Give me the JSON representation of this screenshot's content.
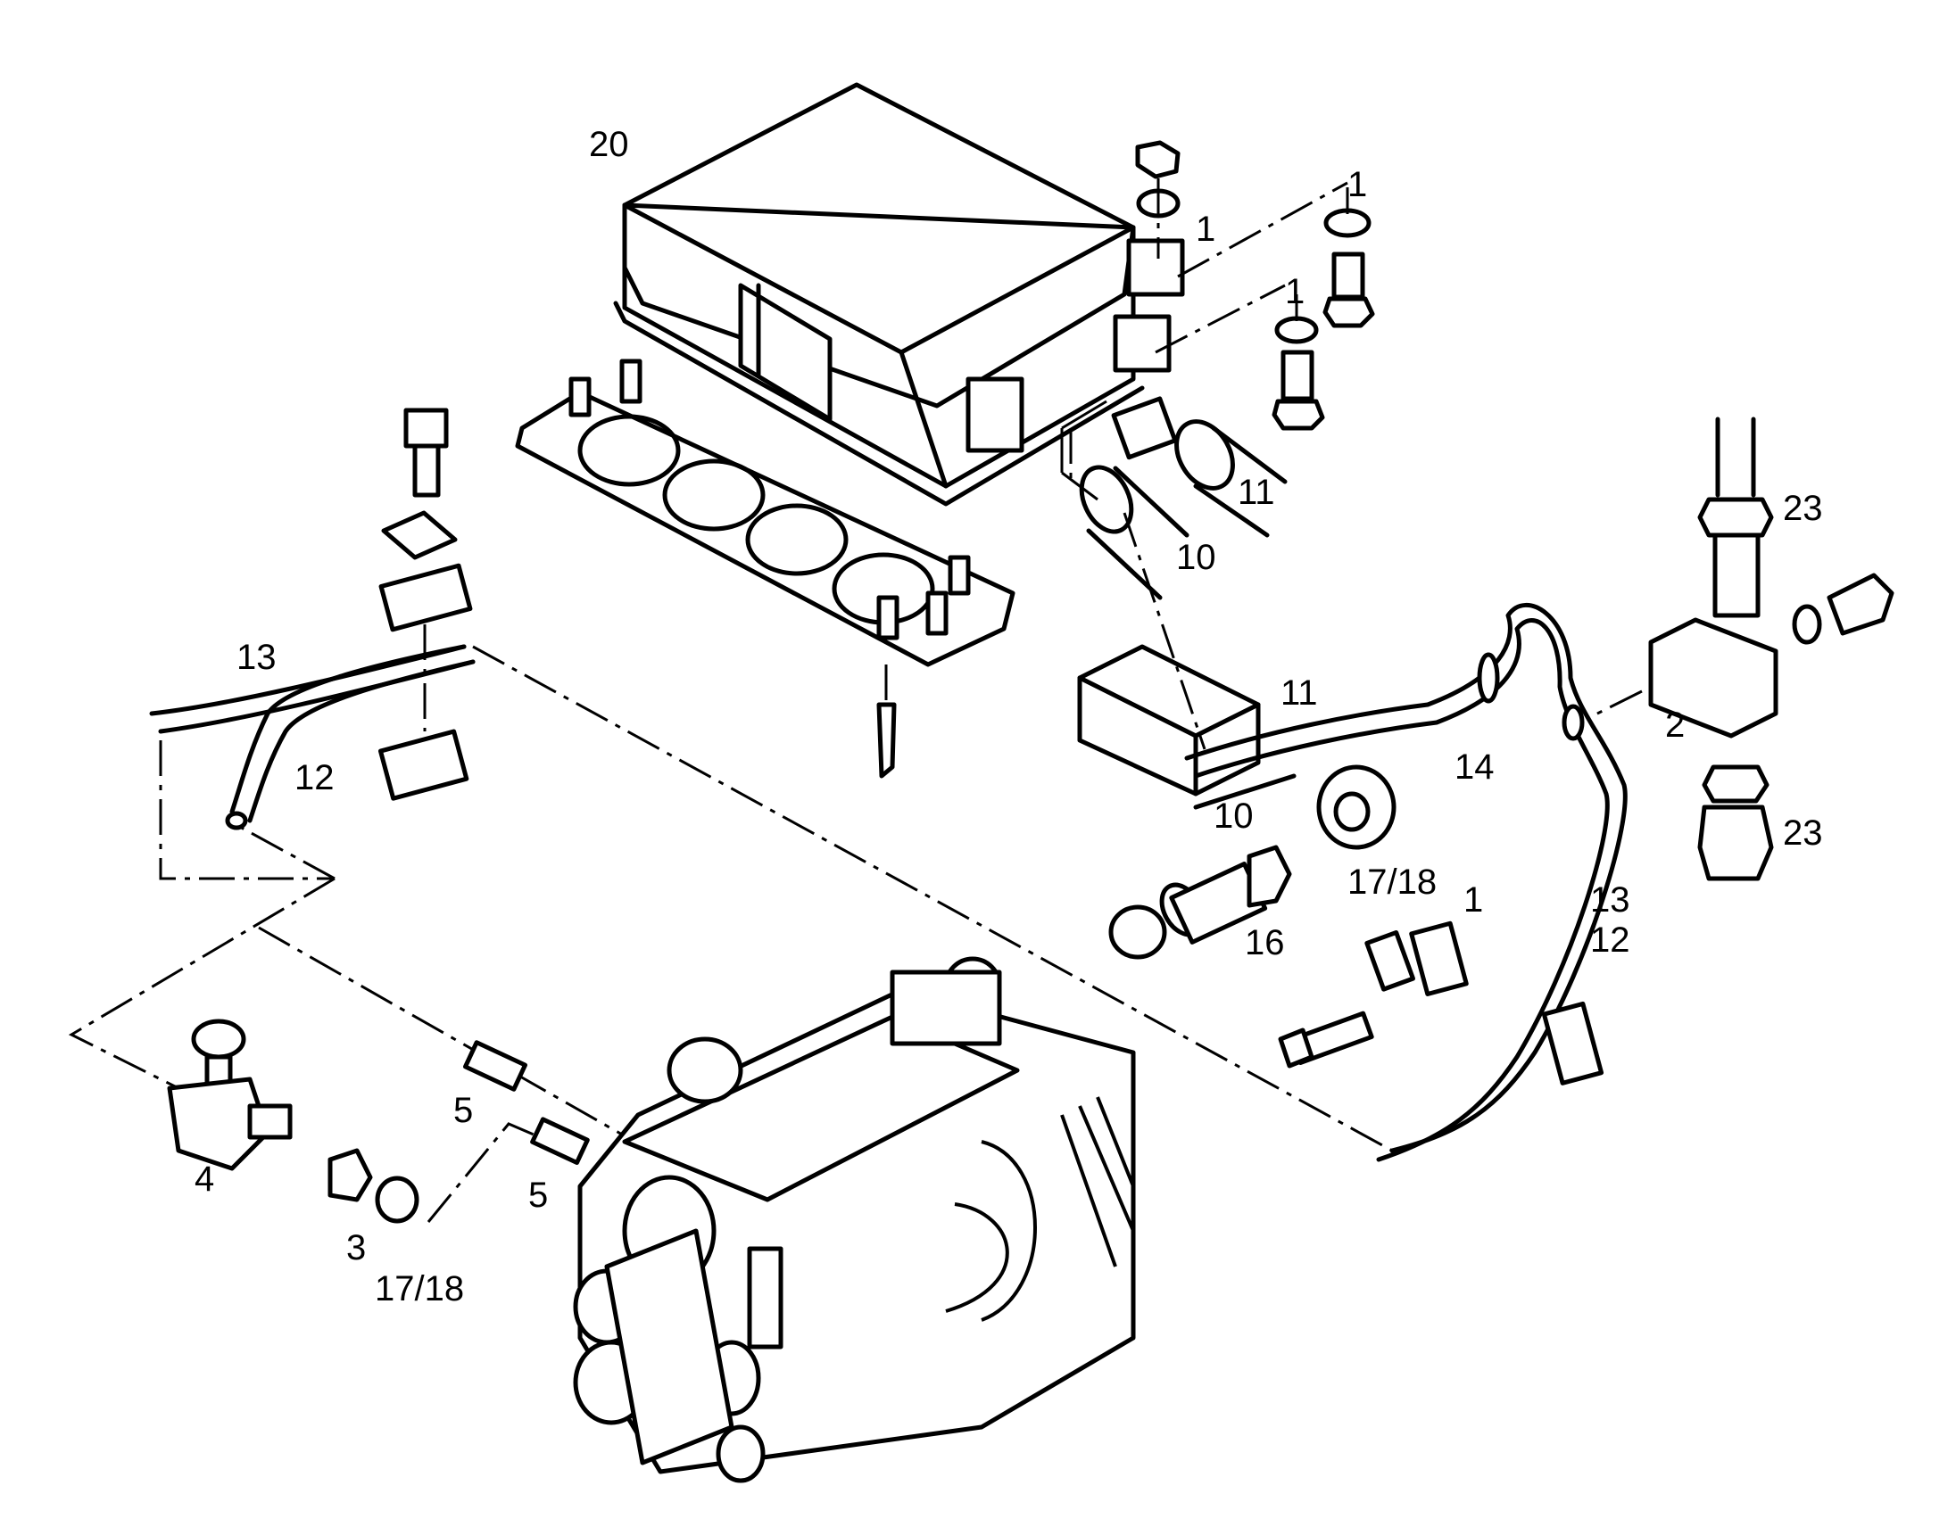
{
  "diagram": {
    "labels": {
      "p20": "20",
      "p1a": "1",
      "p1b": "1",
      "p1c": "1",
      "p1d": "1",
      "p11a": "11",
      "p10a": "10",
      "p23a": "23",
      "p23b": "23",
      "p2": "2",
      "p13a": "13",
      "p12a": "12",
      "p11b": "11",
      "p10b": "10",
      "p14": "14",
      "p1718a": "17/18",
      "p16": "16",
      "p13b": "13",
      "p12b": "12",
      "p4": "4",
      "p3": "3",
      "p1718b": "17/18",
      "p5a": "5",
      "p5b": "5"
    }
  }
}
